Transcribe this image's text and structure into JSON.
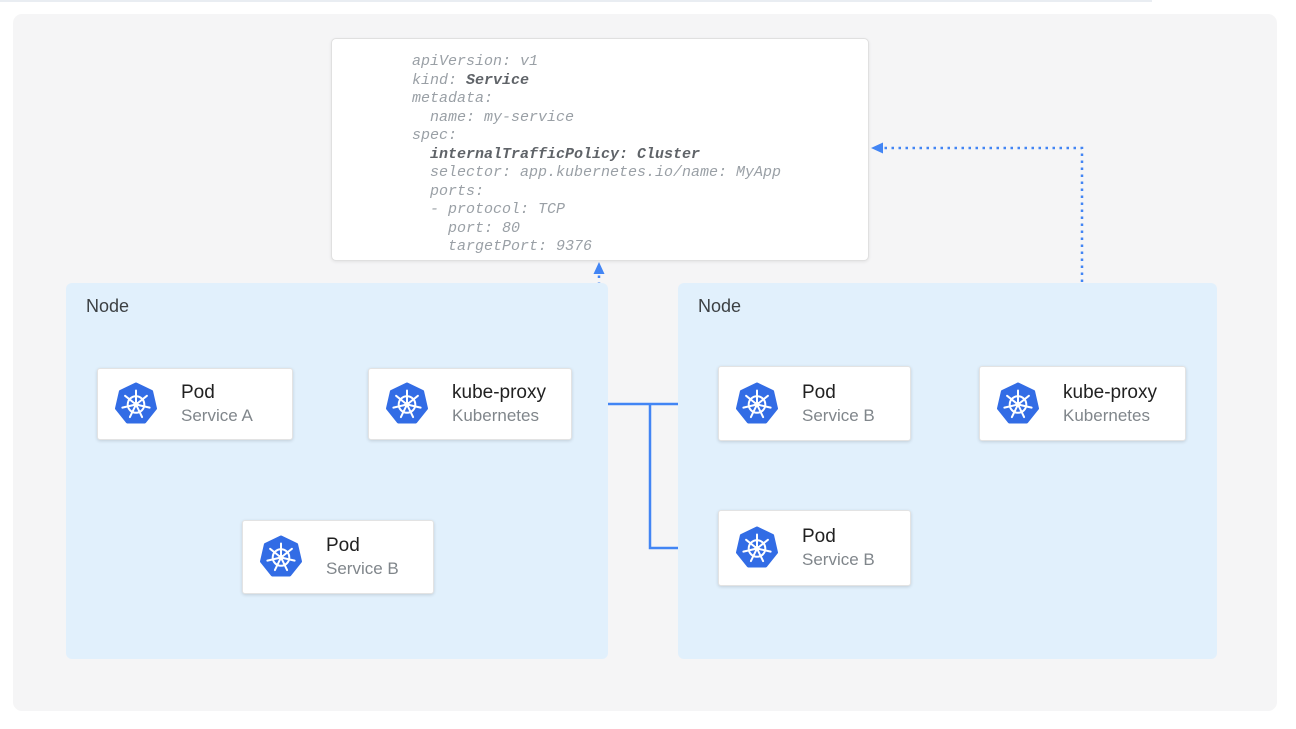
{
  "colors": {
    "accent_blue": "#4285f4",
    "kubernetes_blue": "#326ce5",
    "node_background": "#e1f0fc",
    "panel_background": "#f5f5f6"
  },
  "code_panel": {
    "lines": [
      {
        "pre": "apiVersion: v1"
      },
      {
        "pre": "kind: ",
        "bold": "Service"
      },
      {
        "pre": "metadata:"
      },
      {
        "pre": "  name: my-service"
      },
      {
        "pre": "spec:"
      },
      {
        "pre": "  ",
        "bold": "internalTrafficPolicy: Cluster"
      },
      {
        "pre": "  selector: app.kubernetes.io/name: MyApp"
      },
      {
        "pre": "  ports:"
      },
      {
        "pre": "  - protocol: TCP"
      },
      {
        "pre": "    port: 80"
      },
      {
        "pre": "    targetPort: 9376"
      }
    ]
  },
  "nodes": {
    "left": {
      "label": "Node"
    },
    "right": {
      "label": "Node"
    }
  },
  "cards": {
    "pod_a": {
      "title": "Pod",
      "subtitle": "Service A",
      "icon": "kubernetes-logo-icon"
    },
    "kube_proxy_left": {
      "title": "kube-proxy",
      "subtitle": "Kubernetes",
      "icon": "kubernetes-logo-icon"
    },
    "pod_b_left": {
      "title": "Pod",
      "subtitle": "Service B",
      "icon": "kubernetes-logo-icon"
    },
    "pod_b_right_top": {
      "title": "Pod",
      "subtitle": "Service B",
      "icon": "kubernetes-logo-icon"
    },
    "pod_b_right_bot": {
      "title": "Pod",
      "subtitle": "Service B",
      "icon": "kubernetes-logo-icon"
    },
    "kube_proxy_right": {
      "title": "kube-proxy",
      "subtitle": "Kubernetes",
      "icon": "kubernetes-logo-icon"
    }
  }
}
